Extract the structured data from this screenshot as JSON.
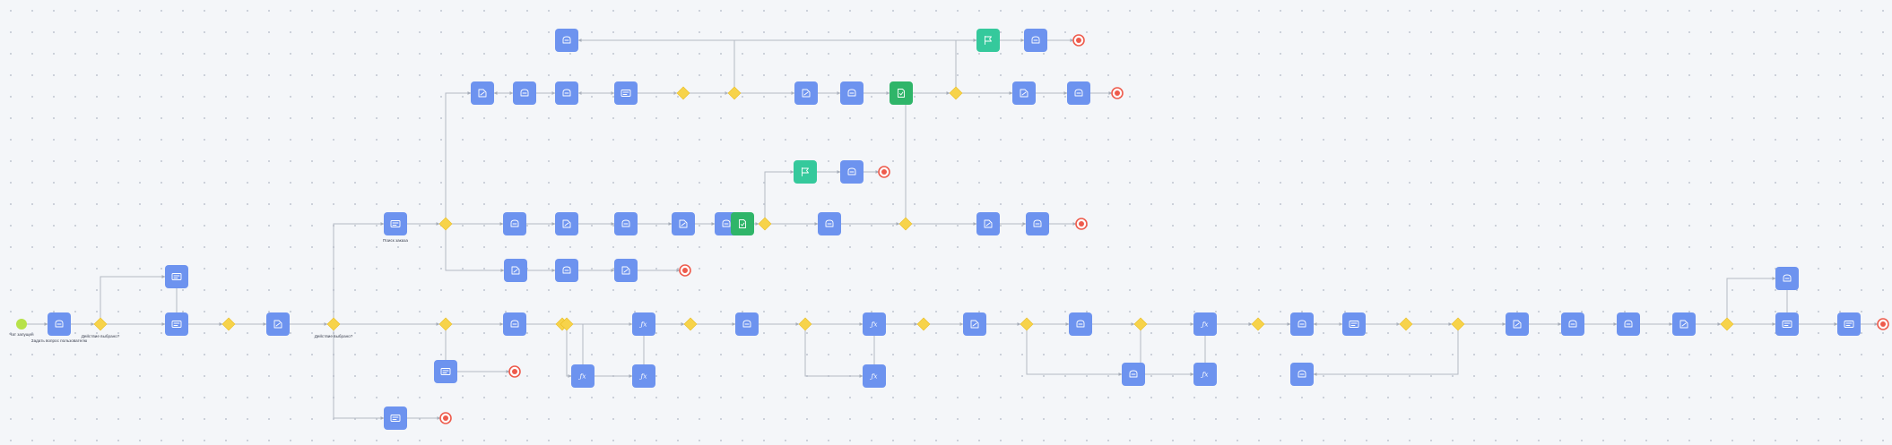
{
  "diagram": {
    "colors": {
      "task": "#6d93ef",
      "task_green": "#2fb569",
      "task_teal": "#35c99c",
      "gateway": "#f7d34a",
      "start": "#b7e24a",
      "end": "#ee5b4c",
      "edge": "#b3b9c4"
    },
    "nodes": [
      {
        "id": "start",
        "kind": "start",
        "label": "Чат запущен"
      },
      {
        "id": "n1",
        "kind": "task",
        "icon": "chat-icon",
        "label": "Задать вопрос пользователю"
      },
      {
        "id": "g1",
        "kind": "gateway",
        "label": "Действие выбрано?"
      },
      {
        "id": "n2",
        "kind": "task",
        "icon": "form-icon",
        "label": ""
      },
      {
        "id": "n3",
        "kind": "task",
        "icon": "form-icon",
        "label": ""
      },
      {
        "id": "g2",
        "kind": "gateway",
        "label": ""
      },
      {
        "id": "n4",
        "kind": "task",
        "icon": "script-icon",
        "label": ""
      },
      {
        "id": "g3",
        "kind": "gateway",
        "label": "Действие выбрано?"
      },
      {
        "id": "n5",
        "kind": "task",
        "icon": "form-icon",
        "label": "Поиск заказа"
      },
      {
        "id": "g4",
        "kind": "gateway",
        "label": ""
      },
      {
        "id": "n6",
        "kind": "task",
        "icon": "script-icon",
        "label": ""
      },
      {
        "id": "n7",
        "kind": "task",
        "icon": "chat-icon",
        "label": ""
      },
      {
        "id": "n8",
        "kind": "task",
        "icon": "chat-icon",
        "label": ""
      },
      {
        "id": "n9",
        "kind": "task",
        "icon": "form-icon",
        "label": ""
      },
      {
        "id": "g5",
        "kind": "gateway",
        "label": ""
      },
      {
        "id": "n10",
        "kind": "task",
        "icon": "chat-icon",
        "label": ""
      },
      {
        "id": "g6",
        "kind": "gateway",
        "label": ""
      },
      {
        "id": "n11",
        "kind": "task",
        "icon": "script-icon",
        "label": ""
      },
      {
        "id": "n12",
        "kind": "task",
        "icon": "chat-icon",
        "label": ""
      },
      {
        "id": "n13",
        "kind": "task",
        "icon": "doc-icon",
        "label": ""
      },
      {
        "id": "g7",
        "kind": "gateway",
        "label": ""
      },
      {
        "id": "n14",
        "kind": "task",
        "icon": "flag-icon",
        "label": ""
      },
      {
        "id": "n15",
        "kind": "task",
        "icon": "chat-icon",
        "label": ""
      },
      {
        "id": "e1",
        "kind": "end",
        "label": ""
      },
      {
        "id": "n16",
        "kind": "task",
        "icon": "script-icon",
        "label": ""
      },
      {
        "id": "n17",
        "kind": "task",
        "icon": "chat-icon",
        "label": ""
      },
      {
        "id": "e2",
        "kind": "end",
        "label": ""
      },
      {
        "id": "n18",
        "kind": "task",
        "icon": "chat-icon",
        "label": ""
      },
      {
        "id": "n19",
        "kind": "task",
        "icon": "script-icon",
        "label": ""
      },
      {
        "id": "n20",
        "kind": "task",
        "icon": "chat-icon",
        "label": ""
      },
      {
        "id": "n21",
        "kind": "task",
        "icon": "script-icon",
        "label": ""
      },
      {
        "id": "n22",
        "kind": "task",
        "icon": "chat-icon",
        "label": ""
      },
      {
        "id": "n23",
        "kind": "task",
        "icon": "doc-icon",
        "label": ""
      },
      {
        "id": "g8",
        "kind": "gateway",
        "label": ""
      },
      {
        "id": "n24",
        "kind": "task",
        "icon": "flag-icon",
        "label": ""
      },
      {
        "id": "n25",
        "kind": "task",
        "icon": "chat-icon",
        "label": ""
      },
      {
        "id": "e3",
        "kind": "end",
        "label": ""
      },
      {
        "id": "n26",
        "kind": "task",
        "icon": "chat-icon",
        "label": ""
      },
      {
        "id": "g9",
        "kind": "gateway",
        "label": ""
      },
      {
        "id": "n27",
        "kind": "task",
        "icon": "script-icon",
        "label": ""
      },
      {
        "id": "n28",
        "kind": "task",
        "icon": "chat-icon",
        "label": ""
      },
      {
        "id": "e4",
        "kind": "end",
        "label": ""
      },
      {
        "id": "n29",
        "kind": "task",
        "icon": "script-icon",
        "label": ""
      },
      {
        "id": "n30",
        "kind": "task",
        "icon": "chat-icon",
        "label": ""
      },
      {
        "id": "n31",
        "kind": "task",
        "icon": "script-icon",
        "label": ""
      },
      {
        "id": "e5",
        "kind": "end",
        "label": ""
      },
      {
        "id": "n32",
        "kind": "task",
        "icon": "form-icon",
        "label": ""
      },
      {
        "id": "e6",
        "kind": "end",
        "label": ""
      },
      {
        "id": "g10",
        "kind": "gateway",
        "label": ""
      },
      {
        "id": "n33",
        "kind": "task",
        "icon": "chat-icon",
        "label": ""
      },
      {
        "id": "g11",
        "kind": "gateway",
        "label": ""
      },
      {
        "id": "n34",
        "kind": "task",
        "icon": "form-icon",
        "label": ""
      },
      {
        "id": "e7",
        "kind": "end",
        "label": ""
      },
      {
        "id": "g12",
        "kind": "gateway",
        "label": ""
      },
      {
        "id": "n35",
        "kind": "task",
        "icon": "fx-icon",
        "label": ""
      },
      {
        "id": "n36",
        "kind": "task",
        "icon": "fx-icon",
        "label": ""
      },
      {
        "id": "n37",
        "kind": "task",
        "icon": "fx-icon",
        "label": ""
      },
      {
        "id": "g13",
        "kind": "gateway",
        "label": ""
      },
      {
        "id": "n38",
        "kind": "task",
        "icon": "chat-icon",
        "label": ""
      },
      {
        "id": "g14",
        "kind": "gateway",
        "label": ""
      },
      {
        "id": "n39",
        "kind": "task",
        "icon": "fx-icon",
        "label": ""
      },
      {
        "id": "n40",
        "kind": "task",
        "icon": "fx-icon",
        "label": ""
      },
      {
        "id": "g15",
        "kind": "gateway",
        "label": ""
      },
      {
        "id": "n41",
        "kind": "task",
        "icon": "script-icon",
        "label": ""
      },
      {
        "id": "g16",
        "kind": "gateway",
        "label": ""
      },
      {
        "id": "n42",
        "kind": "task",
        "icon": "chat-icon",
        "label": ""
      },
      {
        "id": "g17",
        "kind": "gateway",
        "label": ""
      },
      {
        "id": "n43",
        "kind": "task",
        "icon": "chat-icon",
        "label": ""
      },
      {
        "id": "n44",
        "kind": "task",
        "icon": "fx-icon",
        "label": ""
      },
      {
        "id": "n45",
        "kind": "task",
        "icon": "fx-icon",
        "label": ""
      },
      {
        "id": "g18",
        "kind": "gateway",
        "label": ""
      },
      {
        "id": "n46",
        "kind": "task",
        "icon": "chat-icon",
        "label": ""
      },
      {
        "id": "n47",
        "kind": "task",
        "icon": "chat-icon",
        "label": ""
      },
      {
        "id": "n48",
        "kind": "task",
        "icon": "form-icon",
        "label": ""
      },
      {
        "id": "g19",
        "kind": "gateway",
        "label": ""
      },
      {
        "id": "g20",
        "kind": "gateway",
        "label": ""
      },
      {
        "id": "n49",
        "kind": "task",
        "icon": "script-icon",
        "label": ""
      },
      {
        "id": "n50",
        "kind": "task",
        "icon": "chat-icon",
        "label": ""
      },
      {
        "id": "n51",
        "kind": "task",
        "icon": "chat-icon",
        "label": ""
      },
      {
        "id": "n52",
        "kind": "task",
        "icon": "script-icon",
        "label": ""
      },
      {
        "id": "g21",
        "kind": "gateway",
        "label": ""
      },
      {
        "id": "n53",
        "kind": "task",
        "icon": "chat-icon",
        "label": ""
      },
      {
        "id": "n54",
        "kind": "task",
        "icon": "form-icon",
        "label": ""
      },
      {
        "id": "n55",
        "kind": "task",
        "icon": "form-icon",
        "label": ""
      },
      {
        "id": "e8",
        "kind": "end",
        "label": ""
      }
    ],
    "edges": [
      {
        "from": "start",
        "to": "n1",
        "label": ""
      },
      {
        "from": "n1",
        "to": "g1",
        "label": ""
      },
      {
        "from": "g1",
        "to": "n2",
        "label": ""
      },
      {
        "from": "g1",
        "to": "n3",
        "label": ""
      },
      {
        "from": "n2",
        "to": "g2",
        "label": ""
      },
      {
        "from": "n3",
        "to": "g2",
        "label": ""
      },
      {
        "from": "g2",
        "to": "n4",
        "label": ""
      },
      {
        "from": "n4",
        "to": "g3",
        "label": ""
      },
      {
        "from": "g3",
        "to": "n5",
        "label": ""
      },
      {
        "from": "g3",
        "to": "n32",
        "label": ""
      },
      {
        "from": "g3",
        "to": "g10",
        "label": ""
      },
      {
        "from": "n5",
        "to": "g4",
        "label": ""
      },
      {
        "from": "g4",
        "to": "n6",
        "label": ""
      },
      {
        "from": "g4",
        "to": "n18",
        "label": ""
      },
      {
        "from": "g4",
        "to": "n29",
        "label": ""
      },
      {
        "from": "n6",
        "to": "n7",
        "label": ""
      },
      {
        "from": "n7",
        "to": "n8",
        "label": ""
      },
      {
        "from": "n8",
        "to": "n9",
        "label": ""
      },
      {
        "from": "n9",
        "to": "g5",
        "label": ""
      },
      {
        "from": "g5",
        "to": "g6",
        "label": ""
      },
      {
        "from": "g5",
        "to": "n8",
        "label": ""
      },
      {
        "from": "n10",
        "to": "e1",
        "label": ""
      },
      {
        "from": "g6",
        "to": "n10",
        "label": ""
      },
      {
        "from": "g6",
        "to": "n11",
        "label": ""
      },
      {
        "from": "n11",
        "to": "n12",
        "label": ""
      },
      {
        "from": "n12",
        "to": "n13",
        "label": ""
      },
      {
        "from": "n13",
        "to": "g7",
        "label": ""
      },
      {
        "from": "g7",
        "to": "n14",
        "label": ""
      },
      {
        "from": "g7",
        "to": "n16",
        "label": ""
      },
      {
        "from": "n14",
        "to": "n15",
        "label": ""
      },
      {
        "from": "n15",
        "to": "e1",
        "label": ""
      },
      {
        "from": "n16",
        "to": "n17",
        "label": ""
      },
      {
        "from": "n17",
        "to": "e2",
        "label": ""
      },
      {
        "from": "n18",
        "to": "n19",
        "label": ""
      },
      {
        "from": "n19",
        "to": "n20",
        "label": ""
      },
      {
        "from": "n20",
        "to": "n21",
        "label": ""
      },
      {
        "from": "n21",
        "to": "n22",
        "label": ""
      },
      {
        "from": "n22",
        "to": "n23",
        "label": ""
      },
      {
        "from": "n23",
        "to": "g8",
        "label": ""
      },
      {
        "from": "g8",
        "to": "n24",
        "label": ""
      },
      {
        "from": "g8",
        "to": "n26",
        "label": ""
      },
      {
        "from": "n24",
        "to": "n25",
        "label": ""
      },
      {
        "from": "n25",
        "to": "e3",
        "label": ""
      },
      {
        "from": "n26",
        "to": "g9",
        "label": ""
      },
      {
        "from": "g9",
        "to": "n27",
        "label": ""
      },
      {
        "from": "g9",
        "to": "n6",
        "label": ""
      },
      {
        "from": "n27",
        "to": "n28",
        "label": ""
      },
      {
        "from": "n28",
        "to": "e4",
        "label": ""
      },
      {
        "from": "n29",
        "to": "n30",
        "label": ""
      },
      {
        "from": "n30",
        "to": "n31",
        "label": ""
      },
      {
        "from": "n31",
        "to": "e5",
        "label": ""
      },
      {
        "from": "n32",
        "to": "e6",
        "label": ""
      },
      {
        "from": "g10",
        "to": "n33",
        "label": ""
      },
      {
        "from": "g10",
        "to": "n34",
        "label": ""
      },
      {
        "from": "n34",
        "to": "e7",
        "label": ""
      },
      {
        "from": "n33",
        "to": "g12",
        "label": ""
      },
      {
        "from": "g12",
        "to": "n35",
        "label": ""
      },
      {
        "from": "g12",
        "to": "n36",
        "label": ""
      },
      {
        "from": "g12",
        "to": "n37",
        "label": ""
      },
      {
        "from": "n35",
        "to": "g13",
        "label": ""
      },
      {
        "from": "n36",
        "to": "g13",
        "label": ""
      },
      {
        "from": "n37",
        "to": "g13",
        "label": ""
      },
      {
        "from": "g13",
        "to": "n38",
        "label": ""
      },
      {
        "from": "n38",
        "to": "g14",
        "label": ""
      },
      {
        "from": "g14",
        "to": "n39",
        "label": ""
      },
      {
        "from": "g14",
        "to": "n40",
        "label": ""
      },
      {
        "from": "n39",
        "to": "g15",
        "label": ""
      },
      {
        "from": "n40",
        "to": "g15",
        "label": ""
      },
      {
        "from": "g15",
        "to": "n41",
        "label": ""
      },
      {
        "from": "g15",
        "to": "g18",
        "label": ""
      },
      {
        "from": "n41",
        "to": "g16",
        "label": ""
      },
      {
        "from": "g16",
        "to": "n42",
        "label": ""
      },
      {
        "from": "g16",
        "to": "n43",
        "label": ""
      },
      {
        "from": "n42",
        "to": "g17",
        "label": ""
      },
      {
        "from": "g17",
        "to": "n44",
        "label": ""
      },
      {
        "from": "g17",
        "to": "n45",
        "label": ""
      },
      {
        "from": "n43",
        "to": "n45",
        "label": ""
      },
      {
        "from": "n44",
        "to": "g18",
        "label": ""
      },
      {
        "from": "n45",
        "to": "g18",
        "label": ""
      },
      {
        "from": "g18",
        "to": "n46",
        "label": ""
      },
      {
        "from": "n46",
        "to": "n48",
        "label": ""
      },
      {
        "from": "n48",
        "to": "g19",
        "label": ""
      },
      {
        "from": "g19",
        "to": "g20",
        "label": ""
      },
      {
        "from": "g19",
        "to": "n46",
        "label": ""
      },
      {
        "from": "g20",
        "to": "n49",
        "label": ""
      },
      {
        "from": "g20",
        "to": "n47",
        "label": ""
      },
      {
        "from": "n49",
        "to": "n50",
        "label": ""
      },
      {
        "from": "n50",
        "to": "n51",
        "label": ""
      },
      {
        "from": "n51",
        "to": "n52",
        "label": ""
      },
      {
        "from": "n52",
        "to": "g21",
        "label": ""
      },
      {
        "from": "g21",
        "to": "n53",
        "label": ""
      },
      {
        "from": "g21",
        "to": "n54",
        "label": ""
      },
      {
        "from": "n53",
        "to": "n55",
        "label": ""
      },
      {
        "from": "n54",
        "to": "n55",
        "label": ""
      },
      {
        "from": "n55",
        "to": "e8",
        "label": ""
      }
    ]
  }
}
